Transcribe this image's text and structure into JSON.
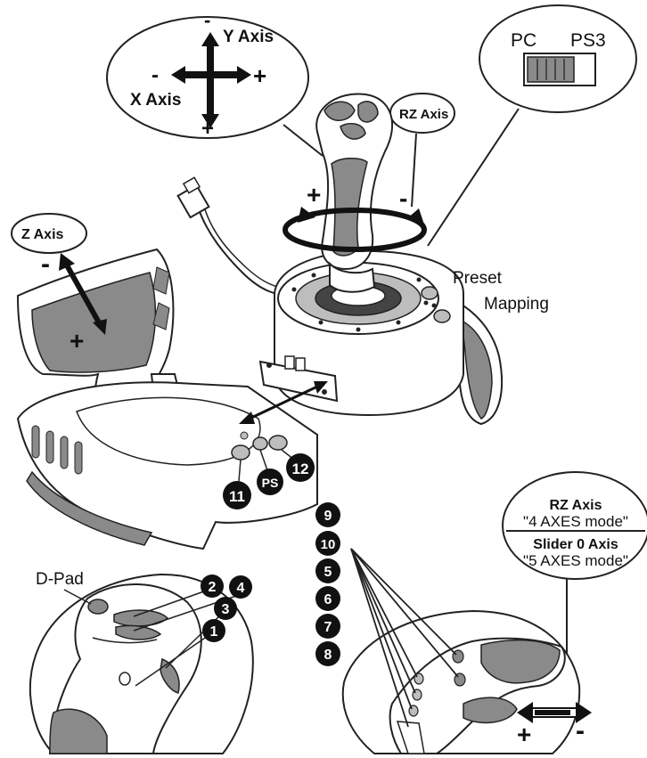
{
  "axes_bubble": {
    "y_axis": "Y Axis",
    "x_axis": "X Axis",
    "minus_top": "-",
    "plus_bottom": "+",
    "minus_left": "-",
    "plus_right": "+"
  },
  "switch_bubble": {
    "pc": "PC",
    "ps3": "PS3"
  },
  "rz_bubble": {
    "label": "RZ Axis",
    "plus": "+",
    "minus": "-"
  },
  "z_bubble": {
    "label": "Z Axis",
    "minus": "-",
    "plus": "+"
  },
  "base_labels": {
    "preset": "Preset",
    "mapping": "Mapping"
  },
  "base_buttons": {
    "b11": "11",
    "ps": "PS",
    "b12": "12"
  },
  "throttle_box": {
    "rz_title": "RZ Axis",
    "rz_mode": "\"4 AXES mode\"",
    "slider_title": "Slider 0 Axis",
    "slider_mode": "\"5 AXES mode\""
  },
  "head_left": {
    "dpad": "D-Pad",
    "b2": "2",
    "b4": "4",
    "b3": "3",
    "b1": "1"
  },
  "head_right": {
    "b9": "9",
    "b10": "10",
    "b5": "5",
    "b6": "6",
    "b7": "7",
    "b8": "8",
    "plus": "+",
    "minus": "-"
  },
  "colors": {
    "ink": "#111111",
    "accent_gray": "#8a8a8a",
    "light_gray": "#bdbdbd",
    "outline": "#222222",
    "background": "#ffffff"
  }
}
